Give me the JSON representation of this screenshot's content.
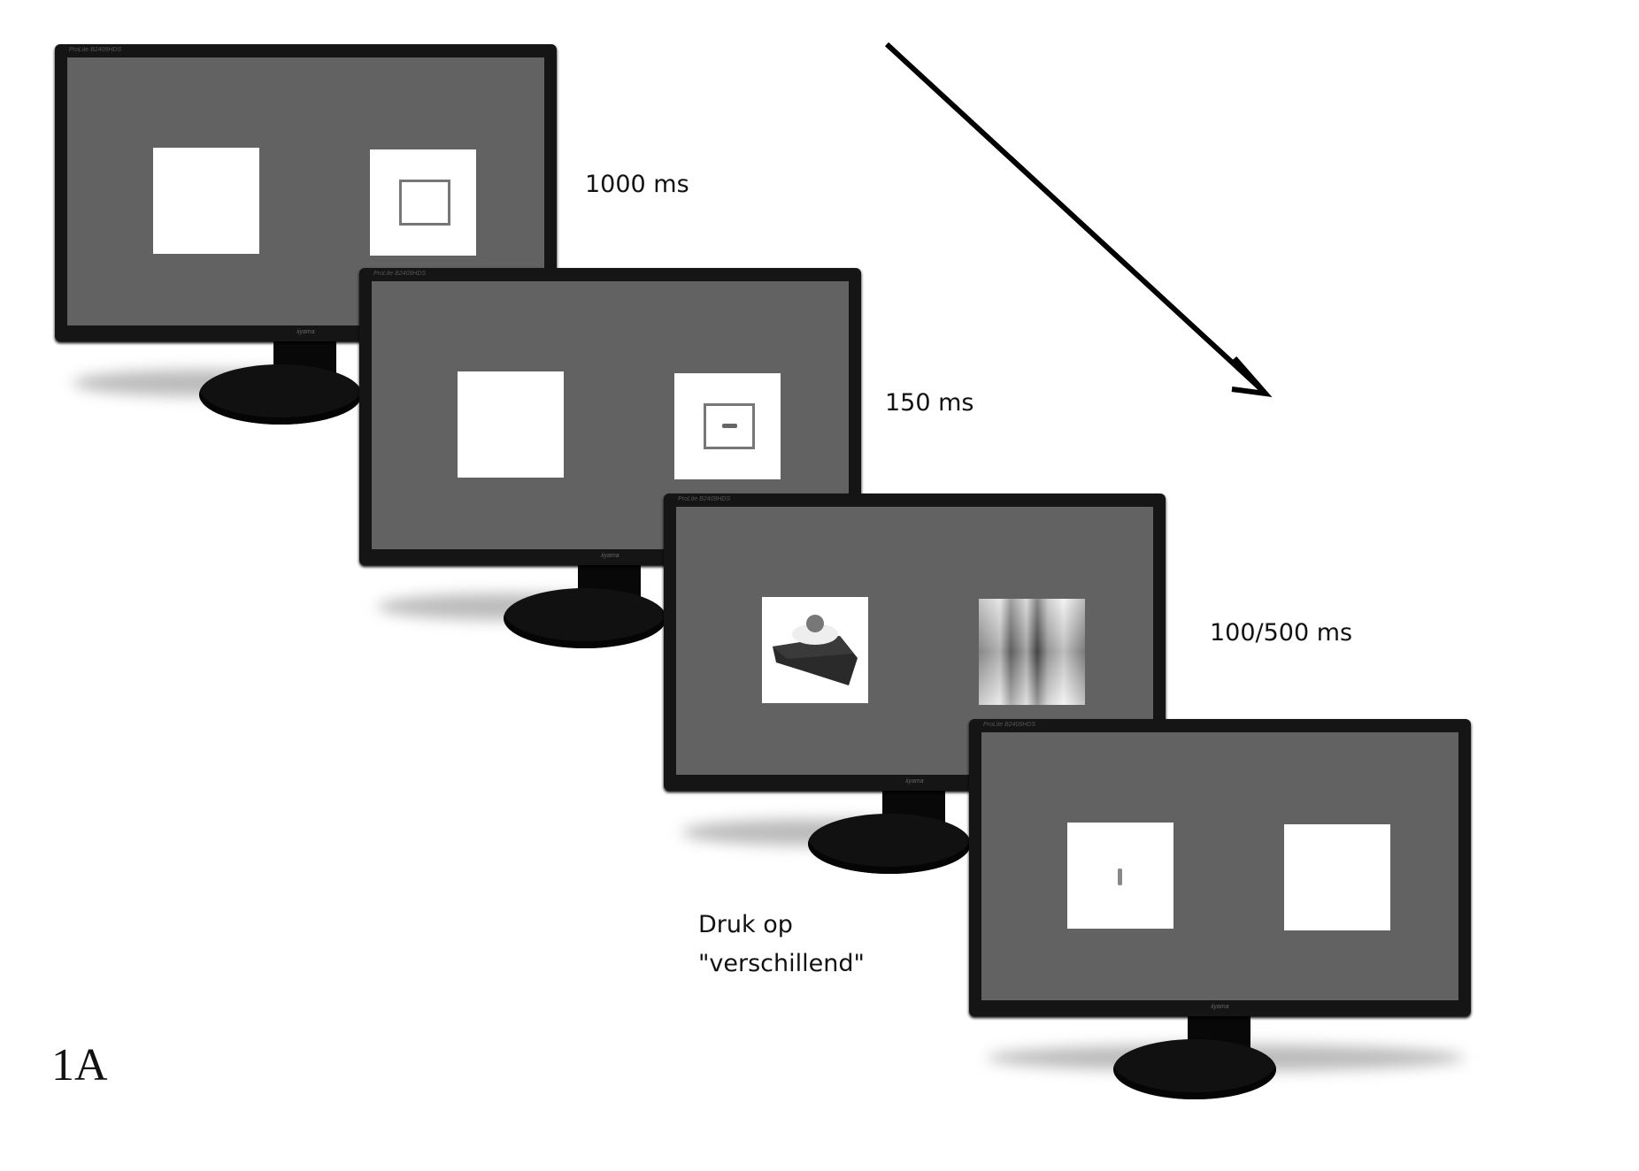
{
  "monitor": {
    "model_label": "ProLite B2409HDS",
    "brand_label": "iiyama"
  },
  "frames": [
    {
      "duration": "1000 ms",
      "left": "blank",
      "right": "square-cue"
    },
    {
      "duration": "150 ms",
      "left": "blank",
      "right": "dash-cue"
    },
    {
      "duration": "100/500 ms",
      "left": "cake-image",
      "right": "scrambled-image"
    },
    {
      "left": "vertical-target",
      "right": "blank"
    }
  ],
  "instruction": {
    "line1": "Druk op",
    "line2": "\"verschillend\""
  },
  "figure_label": "1A",
  "colors": {
    "screen": "#626262",
    "bezel": "#151515",
    "stimulus": "#ffffff"
  }
}
